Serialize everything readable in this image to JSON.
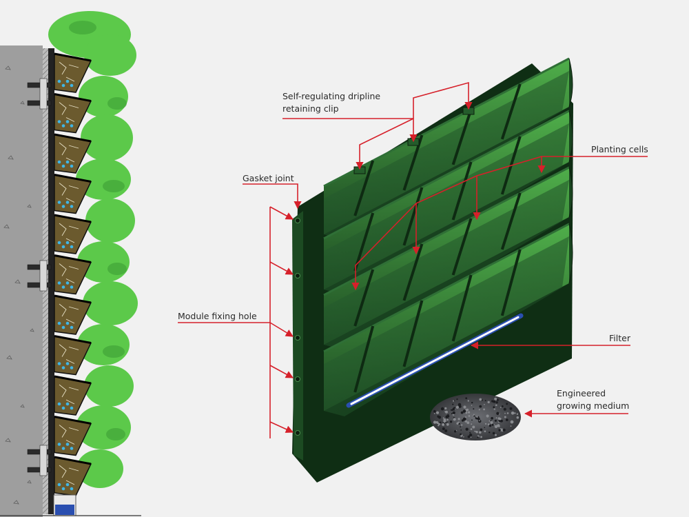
{
  "labels": {
    "dripline_clip_line1": "Self-regulating dripline",
    "dripline_clip_line2": "retaining clip",
    "planting_cells": "Planting cells",
    "gasket_joint": "Gasket joint",
    "module_fixing_hole": "Module fixing hole",
    "filter": "Filter",
    "growing_medium_line1": "Engineered",
    "growing_medium_line2": "growing medium"
  },
  "colors": {
    "background": "#f1f1f1",
    "leader_line": "#d6202a",
    "module_green": "#1f5a2a",
    "module_dark": "#0f2e14",
    "wall_concrete": "#9e9e9e",
    "plant_green": "#5cc94a",
    "soil_brown": "#6b5a2e",
    "water_blue": "#2a4fb0"
  }
}
